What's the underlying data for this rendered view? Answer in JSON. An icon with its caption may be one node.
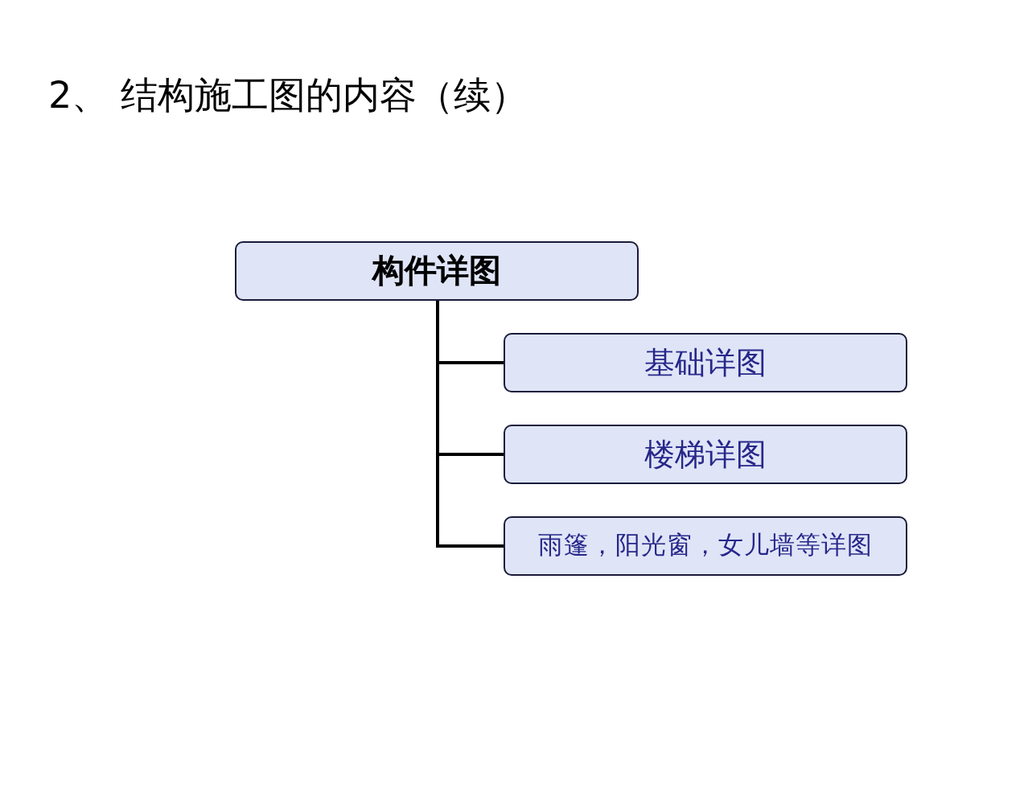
{
  "diagram": {
    "title": "2、 结构施工图的内容（续）",
    "nodes": [
      {
        "text": [
          "构件详图"
        ]
      },
      {
        "text": [
          "基础详图"
        ]
      },
      {
        "text": [
          "楼梯详图"
        ]
      },
      {
        "text": [
          "雨篷，阳光窗，女儿墙等详图"
        ]
      }
    ],
    "edges": [
      {
        "from": 0,
        "to": 1,
        "arrow": "none"
      },
      {
        "from": 0,
        "to": 2,
        "arrow": "none"
      },
      {
        "from": 0,
        "to": 3,
        "arrow": "none"
      }
    ]
  }
}
